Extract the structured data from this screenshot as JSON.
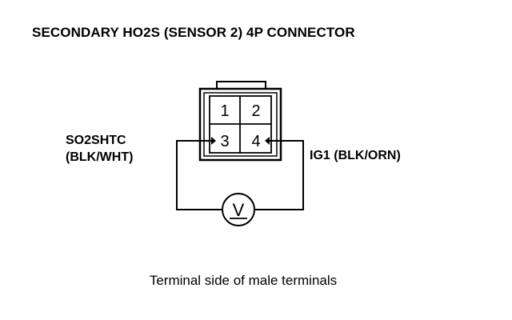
{
  "title": "SECONDARY HO2S (SENSOR 2) 4P CONNECTOR",
  "connector": {
    "pins": [
      "1",
      "2",
      "3",
      "4"
    ]
  },
  "left_terminal": {
    "name": "SO2SHTC",
    "wire": "(BLK/WHT)"
  },
  "right_terminal": {
    "label": "IG1 (BLK/ORN)"
  },
  "meter": {
    "symbol": "V",
    "icon": "voltmeter-icon"
  },
  "caption": "Terminal side of male terminals"
}
